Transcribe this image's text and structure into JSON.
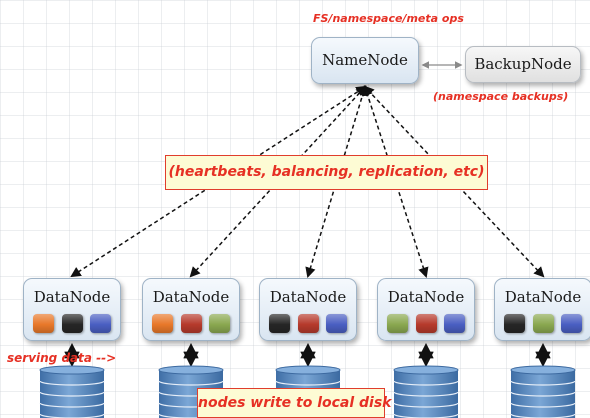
{
  "top_note": "FS/namespace/meta ops",
  "namenode": {
    "label": "NameNode"
  },
  "backupnode": {
    "label": "BackupNode",
    "note": "(namespace backups)"
  },
  "heartbeat_note": "(heartbeats, balancing, replication, etc)",
  "serving_note": "serving data -->",
  "disk_note": "nodes write to local disk",
  "datanodes": [
    {
      "label": "DataNode",
      "blocks": [
        "orange",
        "black",
        "blue"
      ]
    },
    {
      "label": "DataNode",
      "blocks": [
        "orange",
        "red",
        "green"
      ]
    },
    {
      "label": "DataNode",
      "blocks": [
        "black",
        "red",
        "blue"
      ]
    },
    {
      "label": "DataNode",
      "blocks": [
        "green",
        "red",
        "blue"
      ]
    },
    {
      "label": "DataNode",
      "blocks": [
        "black",
        "green",
        "blue"
      ]
    }
  ],
  "colors": {
    "orange": "#e8782a",
    "black": "#262626",
    "red": "#b63a2c",
    "green": "#8aa850",
    "blue": "#4a5fc2",
    "annotation": "#e63024",
    "disk": "#5e8fc4"
  }
}
